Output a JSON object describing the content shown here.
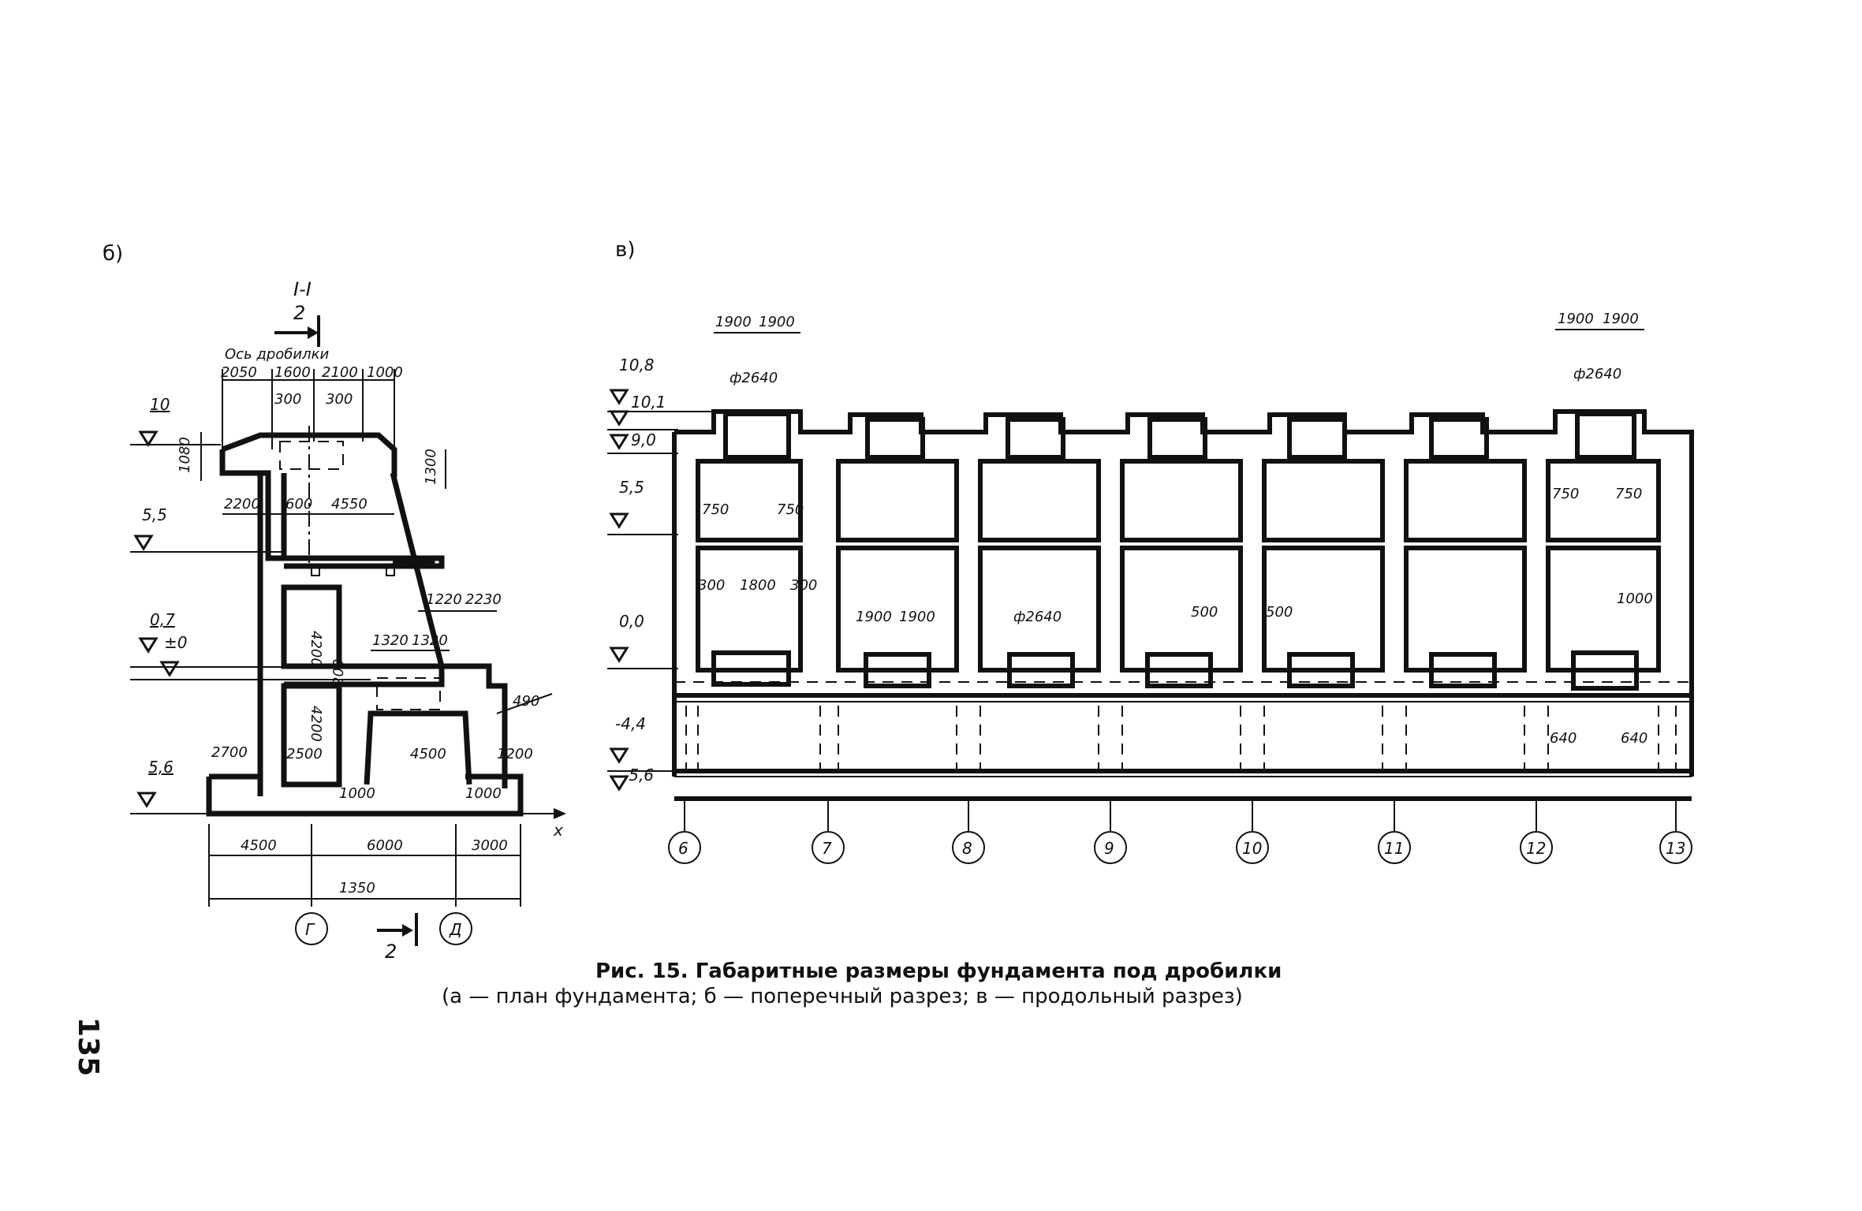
{
  "panel_b": {
    "label": "б)",
    "section_title": "I-I",
    "section_mark": "2",
    "crusher_axis": "Ось дробилки",
    "top_dims": [
      "2050",
      "1600",
      "2100",
      "1000"
    ],
    "inner_dims": [
      "300",
      "300"
    ],
    "dim_1080": "1080",
    "dim_1300": "1300",
    "dim_2200": "2200",
    "dim_600": "600",
    "dim_4550": "4550",
    "dim_4200a": "4200",
    "dim_4200b": "4200",
    "dim_1220": "1220",
    "dim_2230": "2230",
    "dim_1320a": "1320",
    "dim_1320b": "1320",
    "dim_200": "200",
    "dim_490": "490",
    "dim_2700": "2700",
    "dim_2500": "2500",
    "dim_4500_in": "4500",
    "dim_1200": "1200",
    "dim_1000a": "1000",
    "dim_1000b": "1000",
    "bottom_dims": [
      "4500",
      "6000",
      "3000"
    ],
    "total_dim": "1350",
    "levels": [
      "10",
      "5,5",
      "0,7",
      "±0",
      "5,6"
    ],
    "axes": [
      "Г",
      "Д"
    ],
    "x_axis": "x"
  },
  "panel_v": {
    "label": "в)",
    "levels": [
      "10,8",
      "10,1",
      "9,0",
      "5,5",
      "0,0",
      "-4,4",
      "-5,6"
    ],
    "top_left_dims": [
      "1900",
      "1900"
    ],
    "top_right_dims": [
      "1900",
      "1900"
    ],
    "phi_left": "ф2640",
    "phi_right": "ф2640",
    "dim_750_l1": "750",
    "dim_750_l2": "750",
    "dim_750_r1": "750",
    "dim_750_r2": "750",
    "dim_300a": "300",
    "dim_1800": "1800",
    "dim_300b": "300",
    "mid_dims": [
      "1900",
      "1900"
    ],
    "phi_mid": "ф2640",
    "dim_500a": "500",
    "dim_500b": "500",
    "dim_1000": "1000",
    "dim_640a": "640",
    "dim_640b": "640",
    "axes": [
      "6",
      "7",
      "8",
      "9",
      "10",
      "11",
      "12",
      "13"
    ]
  },
  "caption": {
    "line1": "Рис. 15. Габаритные размеры фундамента под дробилки",
    "line2": "(а — план фундамента; б — поперечный разрез; в — продольный разрез)"
  },
  "page_number": "135"
}
